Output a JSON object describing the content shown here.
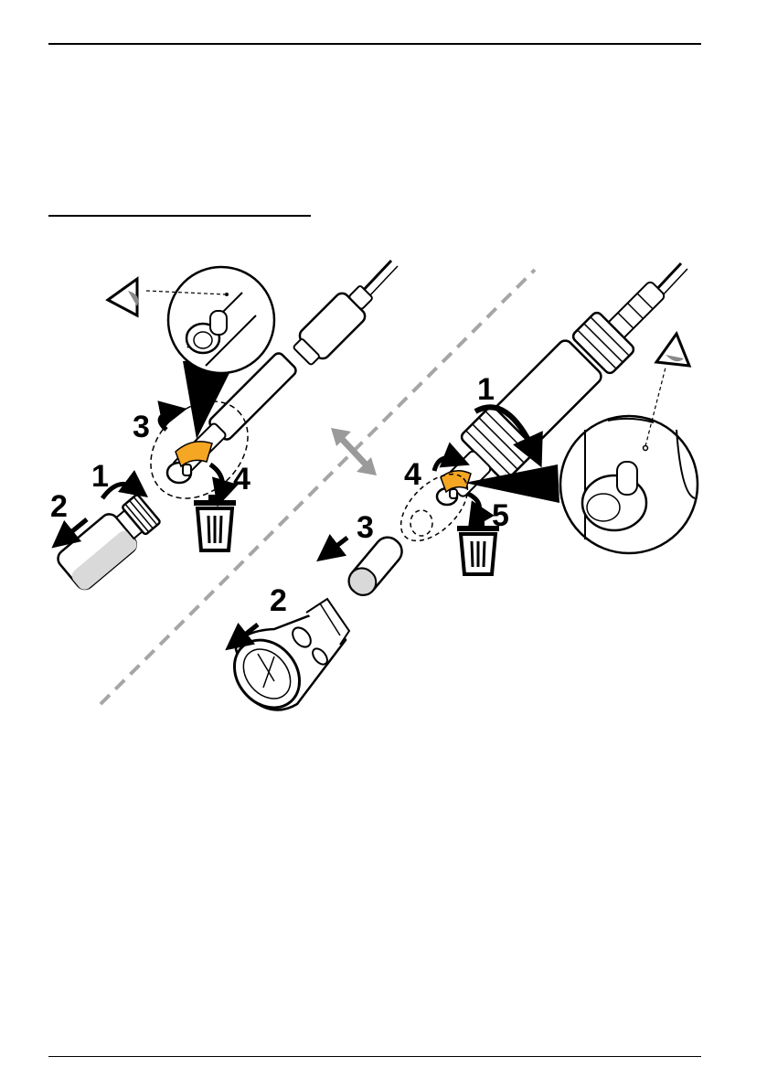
{
  "figure": {
    "left_panel": {
      "steps": [
        "1",
        "2",
        "3",
        "4"
      ]
    },
    "right_panel": {
      "steps": [
        "1",
        "2",
        "3",
        "4",
        "5"
      ]
    },
    "colors": {
      "stroke": "#000000",
      "accent_orange": "#f5a623",
      "divider_gray": "#a6a6a6",
      "arrow_gray": "#9a9a9a",
      "liquid_gray": "#d9d9d9"
    },
    "icons": [
      "eye-icon",
      "trash-icon",
      "swap-arrow-icon",
      "rotate-arrow-icon",
      "pull-arrow-icon"
    ]
  }
}
